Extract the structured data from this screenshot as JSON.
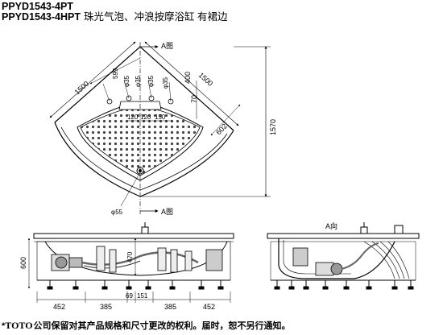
{
  "title": {
    "model_1": "PPYD1543-4PT",
    "model_2": "PPYD1543-4HPT",
    "description": "珠光气泡、冲浪按摩浴缸  有裙边"
  },
  "top_view": {
    "dim_1500_left": "1500",
    "dim_1500_right": "1500",
    "dim_599": "599",
    "dim_phi35_a": "φ35",
    "dim_phi35_b": "φ35",
    "dim_phi35_c": "φ35",
    "dim_phi35_d": "φ35",
    "dim_400": "400",
    "dim_70": "70",
    "dim_602": "602",
    "dim_1570": "1570",
    "dim_120_a": "120",
    "dim_120_b": "120",
    "dim_150": "150",
    "dim_phi55": "φ55",
    "section_top": "A图",
    "section_bottom": "A图"
  },
  "front_view": {
    "dim_600": "600",
    "dim_470": "470",
    "dim_452_left": "452",
    "dim_385_left": "385",
    "dim_69": "69",
    "dim_151": "151",
    "dim_385_right": "385",
    "dim_452_right": "452"
  },
  "section_view": {
    "label": "A向"
  },
  "footer": {
    "star": "*",
    "brand": "TOTO",
    "notice": "公司保留对其产品规格和尺寸更改的权利。届时，恕不另行通知。"
  }
}
